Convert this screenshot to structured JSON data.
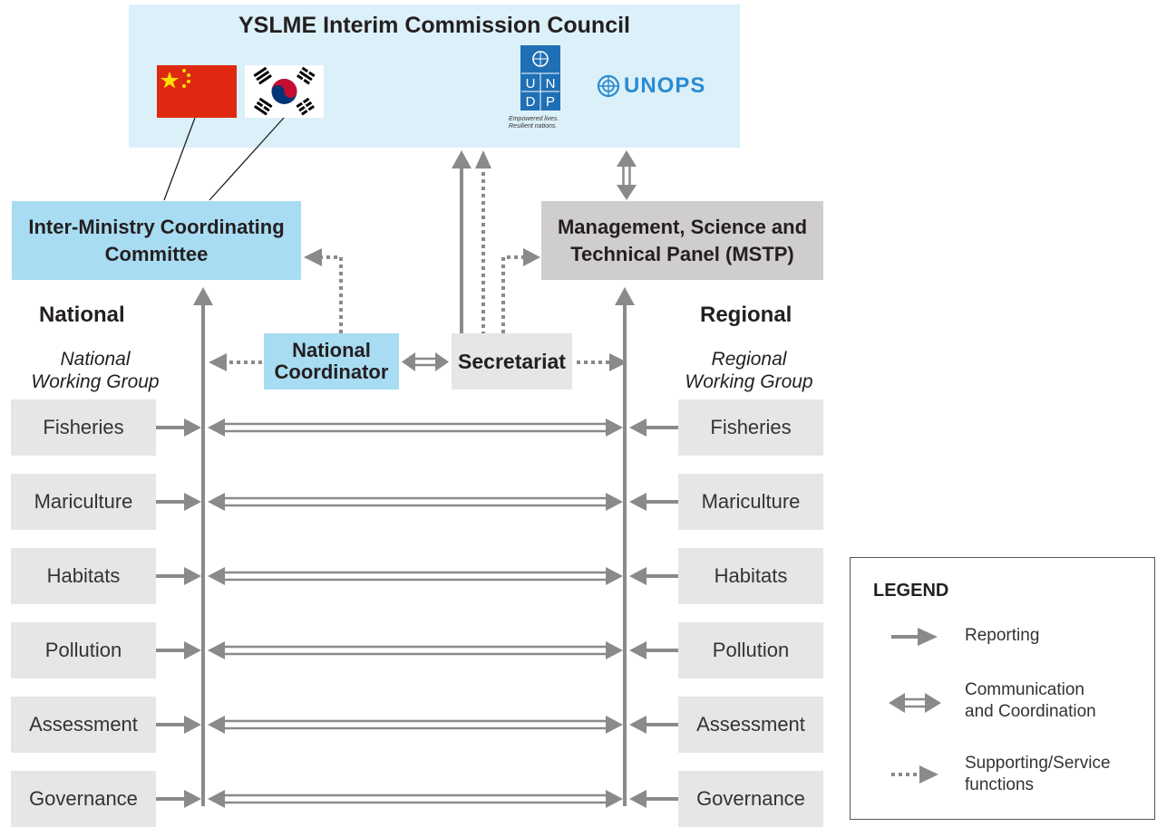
{
  "council": {
    "title": "YSLME Interim Commission Council",
    "undp_letters": [
      "U",
      "N",
      "D",
      "P"
    ],
    "undp_tagline_1": "Empowered lives.",
    "undp_tagline_2": "Resilient nations.",
    "unops": "UNOPS"
  },
  "imcc": {
    "line1": "Inter-Ministry Coordinating",
    "line2": "Committee"
  },
  "mstp": {
    "line1": "Management, Science and",
    "line2": "Technical Panel (MSTP)"
  },
  "national_coordinator": {
    "line1": "National",
    "line2": "Coordinator"
  },
  "secretariat": "Secretariat",
  "national": {
    "heading": "National",
    "group_line1": "National",
    "group_line2": "Working Group"
  },
  "regional": {
    "heading": "Regional",
    "group_line1": "Regional",
    "group_line2": "Working Group"
  },
  "working_groups": [
    "Fisheries",
    "Mariculture",
    "Habitats",
    "Pollution",
    "Assessment",
    "Governance"
  ],
  "legend": {
    "title": "LEGEND",
    "reporting": "Reporting",
    "communication_line1": "Communication",
    "communication_line2": "and Coordination",
    "supporting_line1": "Supporting/Service",
    "supporting_line2": "functions"
  },
  "colors": {
    "arrow": "#8a8a8a",
    "council_bg": "#dcf0f9",
    "blue_box": "#a8dcf2",
    "gray_box": "#cfcecc",
    "wg_box": "#e6e6e6",
    "unops": "#2a8bd1",
    "undp": "#1f6fb5"
  }
}
